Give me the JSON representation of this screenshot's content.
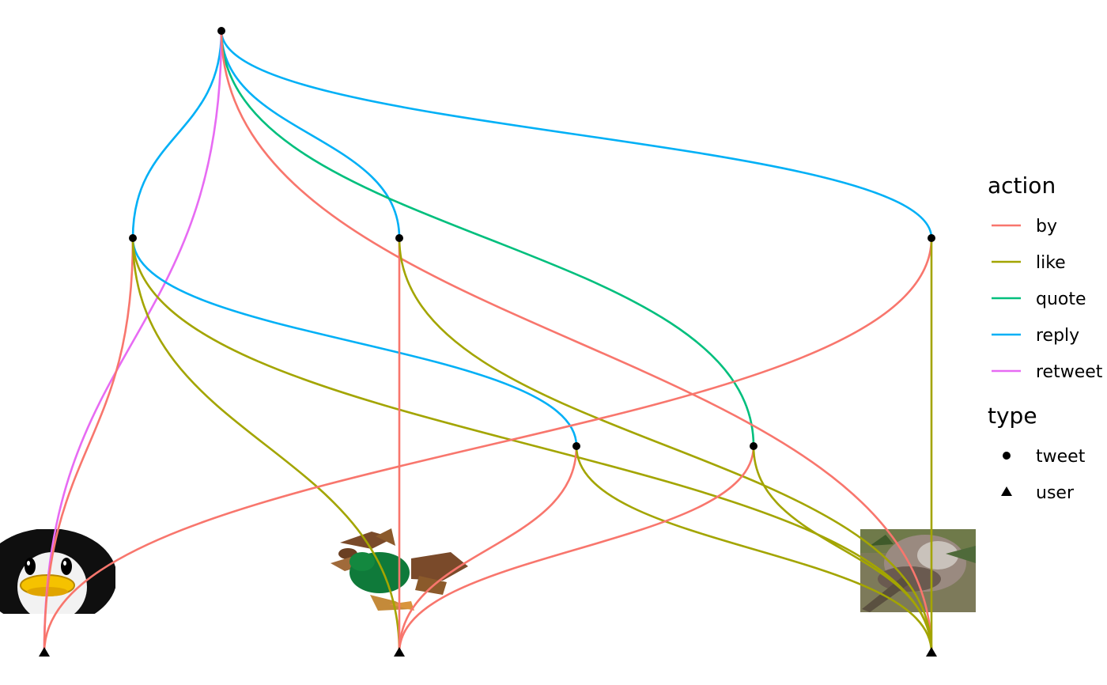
{
  "colors": {
    "by": "#F8766D",
    "like": "#A3A500",
    "quote": "#00BF7D",
    "reply": "#00B0F6",
    "retweet": "#E76BF3"
  },
  "nodes": [
    {
      "id": "t_root",
      "type": "tweet"
    },
    {
      "id": "t_a",
      "type": "tweet"
    },
    {
      "id": "t_b",
      "type": "tweet"
    },
    {
      "id": "t_c",
      "type": "tweet"
    },
    {
      "id": "t_d",
      "type": "tweet"
    },
    {
      "id": "t_e",
      "type": "tweet"
    },
    {
      "id": "u_penguin",
      "type": "user",
      "avatar": "penguin"
    },
    {
      "id": "u_rooster",
      "type": "user",
      "avatar": "rooster"
    },
    {
      "id": "u_photo",
      "type": "user",
      "avatar": "photo"
    }
  ],
  "edges": [
    {
      "from": "t_root",
      "to": "t_a",
      "action": "reply"
    },
    {
      "from": "t_root",
      "to": "t_b",
      "action": "reply"
    },
    {
      "from": "t_root",
      "to": "t_c",
      "action": "reply"
    },
    {
      "from": "t_root",
      "to": "t_e",
      "action": "quote"
    },
    {
      "from": "t_root",
      "to": "u_penguin",
      "action": "retweet"
    },
    {
      "from": "t_root",
      "to": "u_photo",
      "action": "by"
    },
    {
      "from": "t_a",
      "to": "t_d",
      "action": "reply"
    },
    {
      "from": "t_a",
      "to": "u_penguin",
      "action": "by"
    },
    {
      "from": "t_a",
      "to": "u_rooster",
      "action": "like"
    },
    {
      "from": "t_a",
      "to": "u_photo",
      "action": "like"
    },
    {
      "from": "t_b",
      "to": "u_rooster",
      "action": "by"
    },
    {
      "from": "t_b",
      "to": "u_photo",
      "action": "like"
    },
    {
      "from": "t_c",
      "to": "u_penguin",
      "action": "by"
    },
    {
      "from": "t_c",
      "to": "u_photo",
      "action": "like"
    },
    {
      "from": "t_d",
      "to": "u_rooster",
      "action": "by"
    },
    {
      "from": "t_d",
      "to": "u_photo",
      "action": "like"
    },
    {
      "from": "t_e",
      "to": "u_rooster",
      "action": "by"
    },
    {
      "from": "t_e",
      "to": "u_photo",
      "action": "like"
    }
  ],
  "legend": {
    "action_title": "action",
    "actions": [
      {
        "key": "by",
        "label": "by"
      },
      {
        "key": "like",
        "label": "like"
      },
      {
        "key": "quote",
        "label": "quote"
      },
      {
        "key": "reply",
        "label": "reply"
      },
      {
        "key": "retweet",
        "label": "retweet"
      }
    ],
    "type_title": "type",
    "types": [
      {
        "key": "tweet",
        "label": "tweet",
        "shape": "circle"
      },
      {
        "key": "user",
        "label": "user",
        "shape": "triangle"
      }
    ]
  }
}
